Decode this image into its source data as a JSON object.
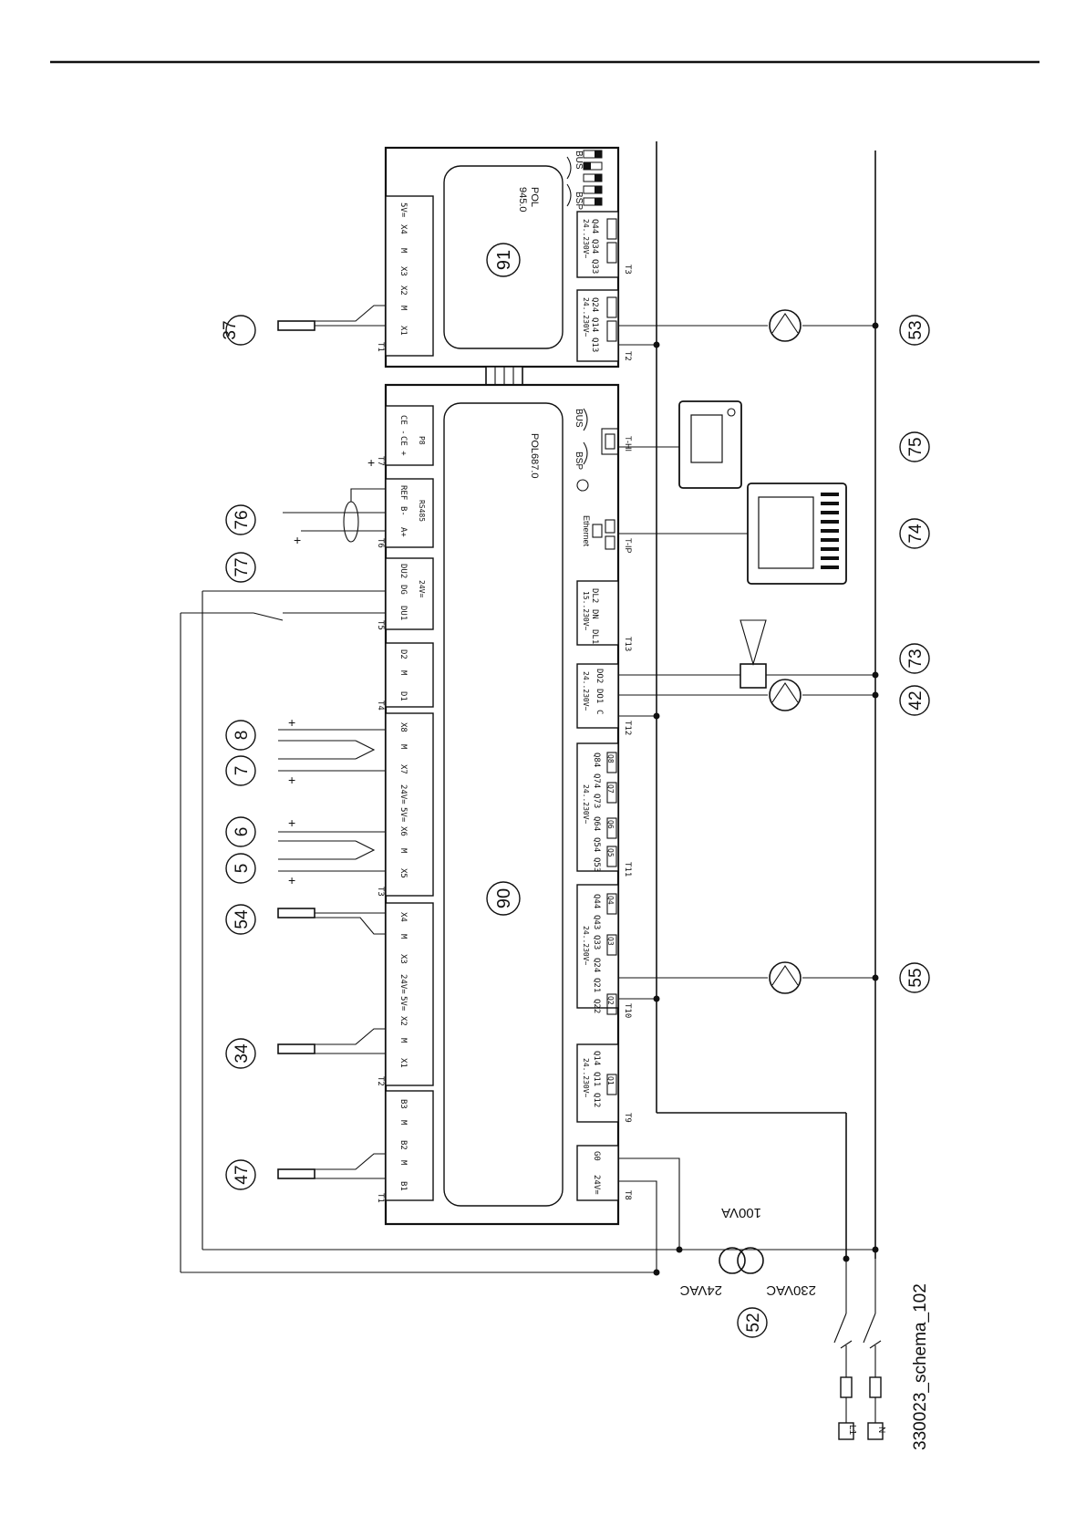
{
  "controller_main": {
    "model": "POL687.0",
    "ref": "90"
  },
  "controller_ext": {
    "model": "POL",
    "model_sub": "945.0",
    "ref": "91"
  },
  "badges": [
    "37",
    "76",
    "77",
    "8",
    "7",
    "6",
    "5",
    "54",
    "34",
    "47",
    "53",
    "75",
    "74",
    "73",
    "42",
    "55",
    "52"
  ],
  "transformer": {
    "rating": "100VA",
    "secondary": "24VAC",
    "primary": "230VAC"
  },
  "supply": {
    "l1": "L1",
    "n": "N"
  },
  "schema_id": "330023_schema_102",
  "main_top": {
    "T7": [
      "CE -",
      "CE +"
    ],
    "T7_label": "T7",
    "P8": "P8",
    "T6": [
      "REF",
      "B-",
      "A+"
    ],
    "T6_label": "T6",
    "rs485": "RS485",
    "T5": [
      "DU2",
      "DG",
      "DU1"
    ],
    "T5_label": "T5",
    "v24": "24V=",
    "T4": [
      "D2",
      "M",
      "D1"
    ],
    "T4_label": "T4",
    "T3": [
      "X8",
      "M",
      "X7",
      "24V=",
      "5V=",
      "X6",
      "M",
      "X5"
    ],
    "T3_label": "T3",
    "T2": [
      "X4",
      "M",
      "X3",
      "24V=",
      "5V=",
      "X2",
      "M",
      "X1"
    ],
    "T2_label": "T2",
    "T1": [
      "B3",
      "M",
      "B2",
      "M",
      "B1"
    ],
    "T1_label": "T1"
  },
  "main_bottom": {
    "bsp": "BSP",
    "bus": "BUS",
    "thi": "T-HI",
    "ethernet": "Ethernet",
    "tip": "T-IP",
    "T13": [
      "DL2",
      "DN",
      "DL1"
    ],
    "T13_label": "T13",
    "t13_rating": "15..230V~",
    "T12": [
      "DO2",
      "DO1",
      "C"
    ],
    "T12_label": "T12",
    "t12_rating": "24..230V~",
    "T11": [
      "Q84",
      "Q74",
      "Q73",
      "Q64",
      "Q54",
      "Q53"
    ],
    "T11_label": "T11",
    "t11_rating": "24..230V~",
    "T10": [
      "Q44",
      "Q43",
      "Q33",
      "Q24",
      "Q21",
      "Q22"
    ],
    "T10_label": "T10",
    "t10_rating": "24..230V~",
    "T9": [
      "Q14",
      "Q11",
      "Q12"
    ],
    "T9_label": "T9",
    "t9_rating": "24..230V~",
    "T8": [
      "G0",
      "24V="
    ],
    "T8_label": "T8"
  },
  "ext_top": {
    "T1": [
      "5V=",
      "X4",
      "M",
      "X3",
      "X2",
      "M",
      "X1"
    ],
    "T1_label": "T1"
  },
  "ext_bottom": {
    "bus": "BUS",
    "bsp": "BSP",
    "T3": [
      "Q44",
      "Q34",
      "Q33"
    ],
    "T3_label": "T3",
    "t3_rating": "24..230V~",
    "T2": [
      "Q24",
      "Q14",
      "Q13"
    ],
    "T2_label": "T2",
    "t2_rating": "24..230V~"
  },
  "relays": [
    "Q1",
    "Q2",
    "Q3",
    "Q4",
    "Q5",
    "Q6",
    "Q7",
    "Q8"
  ],
  "plus": "+"
}
